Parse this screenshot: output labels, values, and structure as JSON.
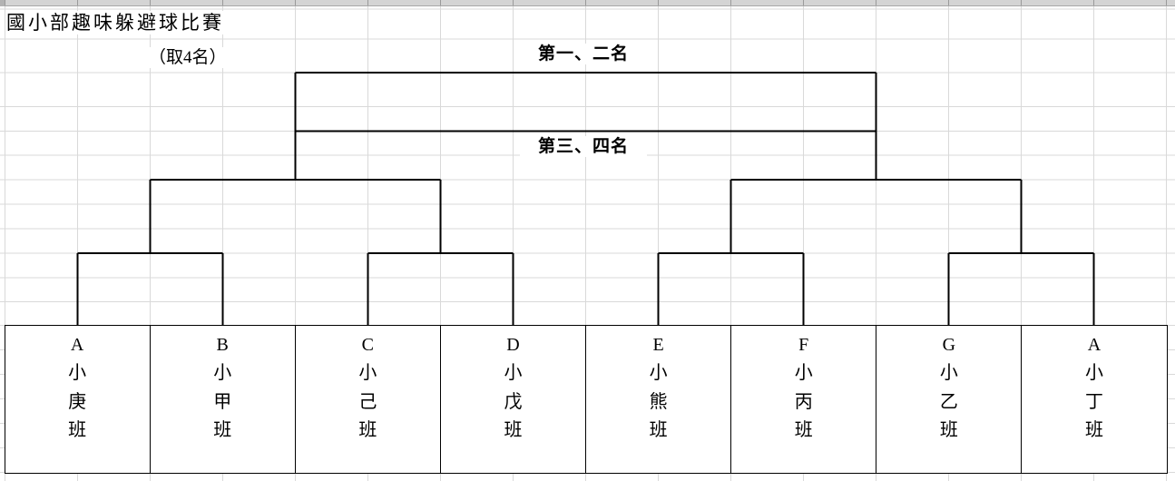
{
  "title": "國小部趣味躲避球比賽",
  "note": "（取4名）",
  "bracket": {
    "final_label": "第一、二名",
    "third_place_label": "第三、四名"
  },
  "teams": [
    {
      "lines": [
        "A",
        "小",
        "庚",
        "班"
      ]
    },
    {
      "lines": [
        "B",
        "小",
        "甲",
        "班"
      ]
    },
    {
      "lines": [
        "C",
        "小",
        "己",
        "班"
      ]
    },
    {
      "lines": [
        "D",
        "小",
        "戊",
        "班"
      ]
    },
    {
      "lines": [
        "E",
        "小",
        "熊",
        "班"
      ]
    },
    {
      "lines": [
        "F",
        "小",
        "丙",
        "班"
      ]
    },
    {
      "lines": [
        "G",
        "小",
        "乙",
        "班"
      ]
    },
    {
      "lines": [
        "A",
        "小",
        "丁",
        "班"
      ]
    }
  ],
  "colors": {
    "bracket_line": "#000000",
    "gridline": "#d9d9d9",
    "header_strip": "#d4d4d4"
  }
}
